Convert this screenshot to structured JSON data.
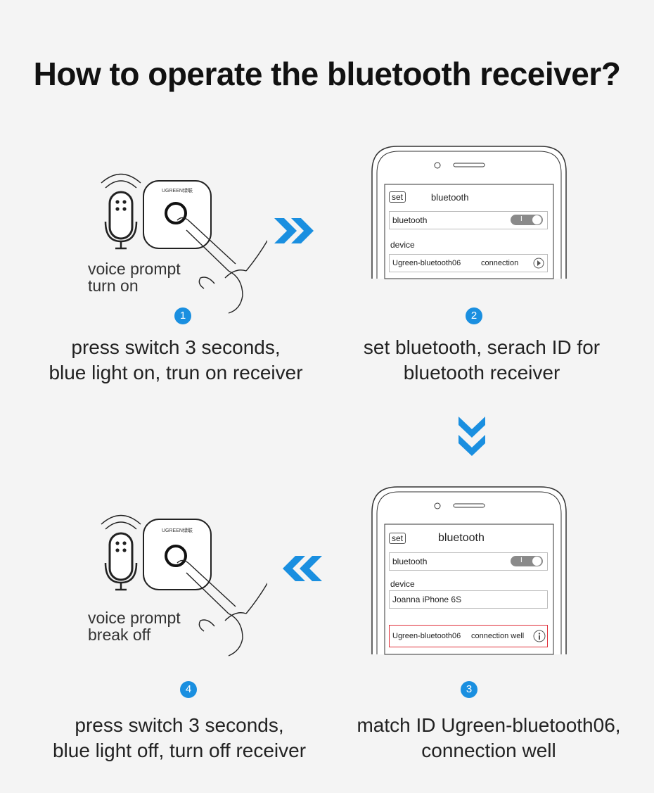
{
  "title": "How to operate the bluetooth receiver?",
  "colors": {
    "accent": "#1a8fe0",
    "highlight": "#e0303a",
    "outline": "#222222"
  },
  "brand": "UGREEN绿联",
  "steps": [
    {
      "number": "1",
      "caption_line1": "press switch 3 seconds,",
      "caption_line2": "blue light on, trun on receiver",
      "voice_line1": "voice prompt",
      "voice_line2": "turn on"
    },
    {
      "number": "2",
      "caption_line1": "set bluetooth, serach ID for",
      "caption_line2": "bluetooth receiver",
      "screen": {
        "set_label": "set",
        "header": "bluetooth",
        "bluetooth_label": "bluetooth",
        "toggle_label": "I",
        "device_label": "device",
        "device_name": "Ugreen-bluetooth06",
        "device_status": "connection"
      }
    },
    {
      "number": "3",
      "caption_line1": "match ID Ugreen-bluetooth06,",
      "caption_line2": "connection well",
      "screen": {
        "set_label": "set",
        "header": "bluetooth",
        "bluetooth_label": "bluetooth",
        "toggle_label": "I",
        "device_label": "device",
        "paired_device": "Joanna iPhone 6S",
        "device_name": "Ugreen-bluetooth06",
        "device_status": "connection well"
      }
    },
    {
      "number": "4",
      "caption_line1": "press switch 3 seconds,",
      "caption_line2": "blue light off, turn off receiver",
      "voice_line1": "voice prompt",
      "voice_line2": "break off"
    }
  ],
  "icons": {
    "microphone": "microphone-icon",
    "sound_waves": "sound-waves-icon",
    "receiver": "receiver-device-icon",
    "hand": "hand-icon",
    "arrow_right": "double-chevron-right-icon",
    "arrow_down": "double-chevron-down-icon",
    "arrow_left": "double-chevron-left-icon",
    "info": "info-icon",
    "chevron": "chevron-right-circle-icon"
  }
}
